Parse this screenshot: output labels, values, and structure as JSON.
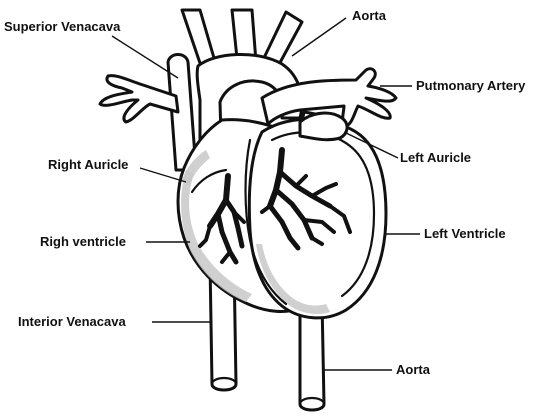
{
  "labels": {
    "superior_venacava": "Superior Venacava",
    "aorta_top": "Aorta",
    "pulmonary_artery": "Putmonary Artery",
    "right_auricle": "Right Auricle",
    "left_auricle": "Left Auricle",
    "right_ventricle": "Righ ventricle",
    "left_ventricle": "Left Ventricle",
    "inferior_venacava": "Interior Venacava",
    "aorta_bottom": "Aorta"
  },
  "colors": {
    "ink": "#111111",
    "background": "#ffffff",
    "stipple": "#c8c8c8"
  }
}
